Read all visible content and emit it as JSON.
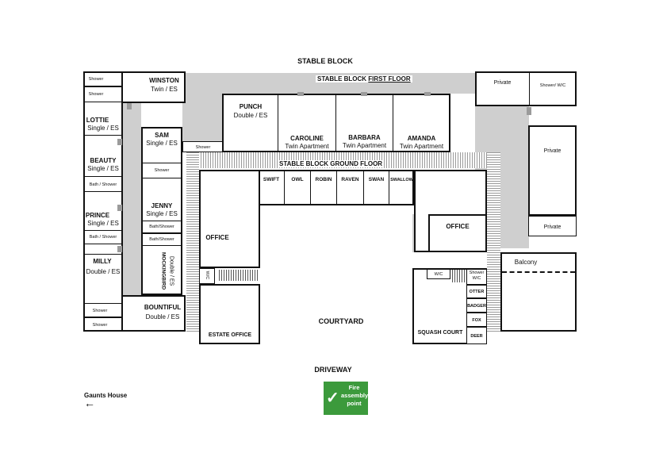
{
  "headings": {
    "stable_block": "STABLE BLOCK",
    "first_floor_prefix": "STABLE BLOCK ",
    "first_floor_suffix": "FIRST FLOOR",
    "ground_floor": "STABLE BLOCK GROUND FLOOR",
    "courtyard": "COURTYARD",
    "driveway": "DRIVEWAY"
  },
  "rooms": {
    "winston": {
      "name": "WINSTON",
      "type": "Twin / ES"
    },
    "lottie": {
      "name": "LOTTIE",
      "type": "Single / ES"
    },
    "beauty": {
      "name": "BEAUTY",
      "type": "Single / ES"
    },
    "prince": {
      "name": "PRINCE",
      "type": "Single / ES"
    },
    "milly": {
      "name": "MILLY",
      "type": "Double / ES"
    },
    "sam": {
      "name": "SAM",
      "type": "Single / ES"
    },
    "jenny": {
      "name": "JENNY",
      "type": "Single / ES"
    },
    "mockingbird": {
      "name": "MOCKINGBIRD",
      "type": "Double / ES"
    },
    "bountiful": {
      "name": "BOUNTIFUL",
      "type": "Double / ES"
    },
    "punch": {
      "name": "PUNCH",
      "type": "Double / ES"
    },
    "caroline": {
      "name": "CAROLINE",
      "type": "Twin Apartment"
    },
    "barbara": {
      "name": "BARBARA",
      "type": "Twin Apartment"
    },
    "amanda": {
      "name": "AMANDA",
      "type": "Twin Apartment"
    },
    "swift": "SWIFT",
    "owl": "OWL",
    "robin": "ROBIN",
    "raven": "RAVEN",
    "swan": "SWAN",
    "swallow": "SWALLOW",
    "otter": "OTTER",
    "badger": "BADGER",
    "fox": "FOX",
    "deer": "DEER"
  },
  "facilities": {
    "shower": "Shower",
    "bath_shower": "Bath / Shower",
    "bath_shower_compact": "Bath/Shower",
    "private": "Private",
    "shower_wc": "Shower/ W/C",
    "shower_wc_stacked_1": "Shower",
    "shower_wc_stacked_2": "W/C",
    "wc": "W/C",
    "balcony": "Balcony",
    "office": "OFFICE",
    "estate_office": "ESTATE OFFICE",
    "squash_court": "SQUASH COURT"
  },
  "gaunts_house": {
    "label": "Gaunts House",
    "arrow": "←"
  },
  "fire_assembly": {
    "line1": "Fire",
    "line2": "assembly",
    "line3": "point",
    "check": "✓",
    "color": "#3c9a3c"
  }
}
